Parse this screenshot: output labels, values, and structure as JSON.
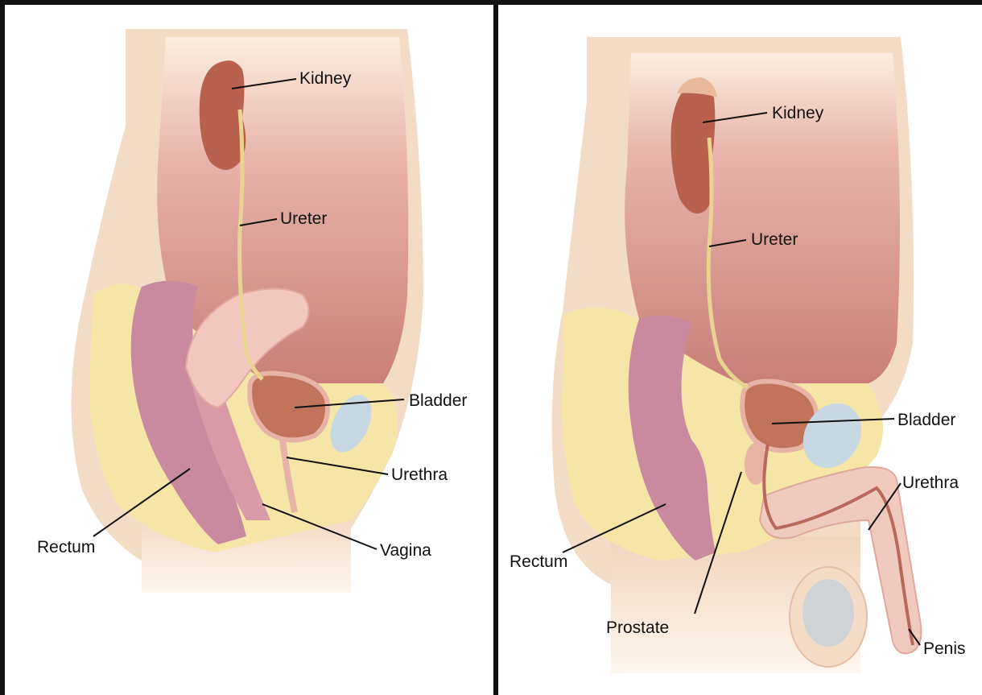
{
  "panels": [
    {
      "id": "female",
      "labels": {
        "kidney": "Kidney",
        "ureter": "Ureter",
        "bladder": "Bladder",
        "urethra": "Urethra",
        "vagina": "Vagina",
        "rectum": "Rectum"
      }
    },
    {
      "id": "male",
      "labels": {
        "kidney": "Kidney",
        "ureter": "Ureter",
        "bladder": "Bladder",
        "urethra": "Urethra",
        "rectum": "Rectum",
        "prostate": "Prostate",
        "penis": "Penis"
      }
    }
  ],
  "colors": {
    "skin": "#f3dcc6",
    "skin_light": "#fbeee0",
    "cavity": "#d89a92",
    "fat": "#f5e6a8",
    "kidney": "#b8624d",
    "ureter": "#e8d38f",
    "rectum": "#c98aa0",
    "bladder": "#c2745a",
    "uterus": "#f1c7bf",
    "pubic_bone": "#c8d8e3",
    "testis": "#cfd3d6"
  }
}
